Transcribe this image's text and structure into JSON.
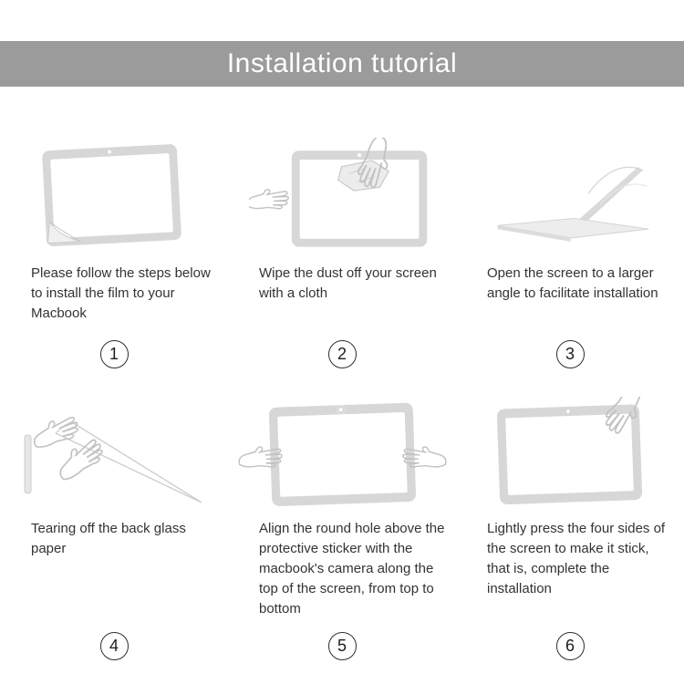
{
  "header": {
    "title": "Installation tutorial",
    "bg_color": "#9b9b9b",
    "text_color": "#ffffff"
  },
  "page": {
    "bg_color": "#ffffff",
    "illustration_color": "#c9c9c9",
    "text_color": "#333333"
  },
  "steps": [
    {
      "number": "1",
      "text": "Please follow the steps below to install the film to your Macbook",
      "illustration": "macbook-screen-with-film-corner-peel"
    },
    {
      "number": "2",
      "text": "Wipe the dust off your screen with a cloth",
      "illustration": "hand-wiping-screen-with-cloth"
    },
    {
      "number": "3",
      "text": "Open the screen to a larger angle to facilitate installation",
      "illustration": "laptop-opening-to-wide-angle"
    },
    {
      "number": "4",
      "text": "Tearing off the back glass paper",
      "illustration": "hands-tearing-off-backing-paper"
    },
    {
      "number": "5",
      "text": "Align the round hole above the protective sticker with the macbook's camera along the top of the screen, from top to bottom",
      "illustration": "hands-aligning-film-with-camera"
    },
    {
      "number": "6",
      "text": "Lightly press the four sides of the screen to make it stick, that is, complete the installation",
      "illustration": "hand-pressing-screen-sides"
    }
  ]
}
